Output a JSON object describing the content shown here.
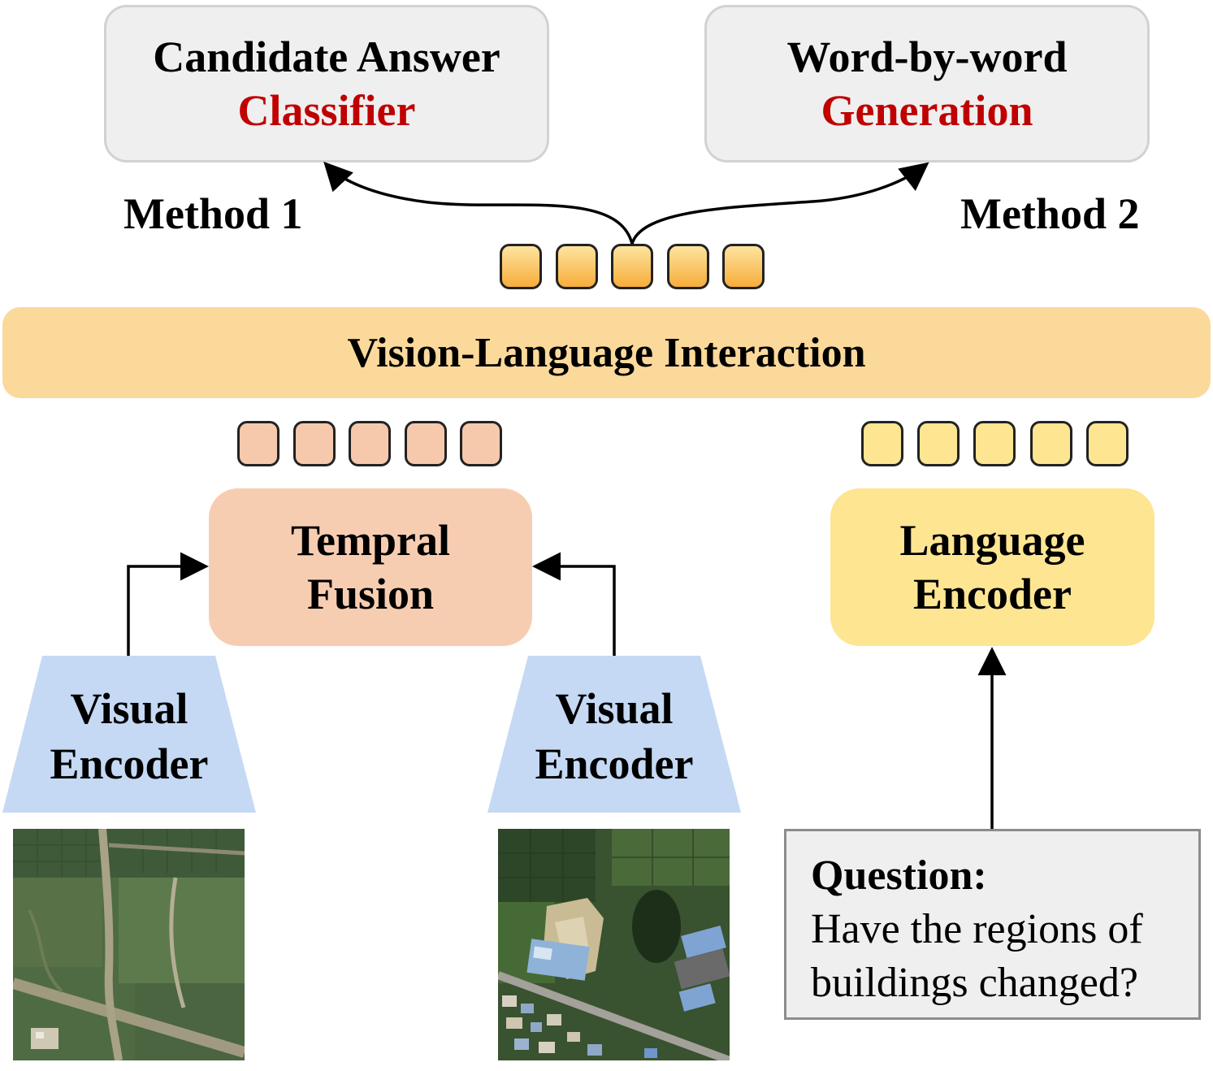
{
  "outputs": {
    "classifier": {
      "line1": "Candidate Answer",
      "line2": "Classifier"
    },
    "generation": {
      "line1": "Word-by-word",
      "line2": "Generation"
    }
  },
  "methods": {
    "method1": "Method 1",
    "method2": "Method 2"
  },
  "interaction": {
    "label": "Vision-Language Interaction"
  },
  "fusion": {
    "line1": "Tempral",
    "line2": "Fusion"
  },
  "language_encoder": {
    "line1": "Language",
    "line2": "Encoder"
  },
  "visual_encoders": [
    {
      "line1": "Visual",
      "line2": "Encoder"
    },
    {
      "line1": "Visual",
      "line2": "Encoder"
    }
  ],
  "question": {
    "title": "Question:",
    "line1": "Have the regions of",
    "line2": "buildings changed?"
  },
  "colors": {
    "highlight_red": "#c00000",
    "interaction_bar": "#fbd99b",
    "fusion_box": "#f7cdb1",
    "language_box": "#fde592",
    "visual_encoder": "#c5d9f4"
  }
}
